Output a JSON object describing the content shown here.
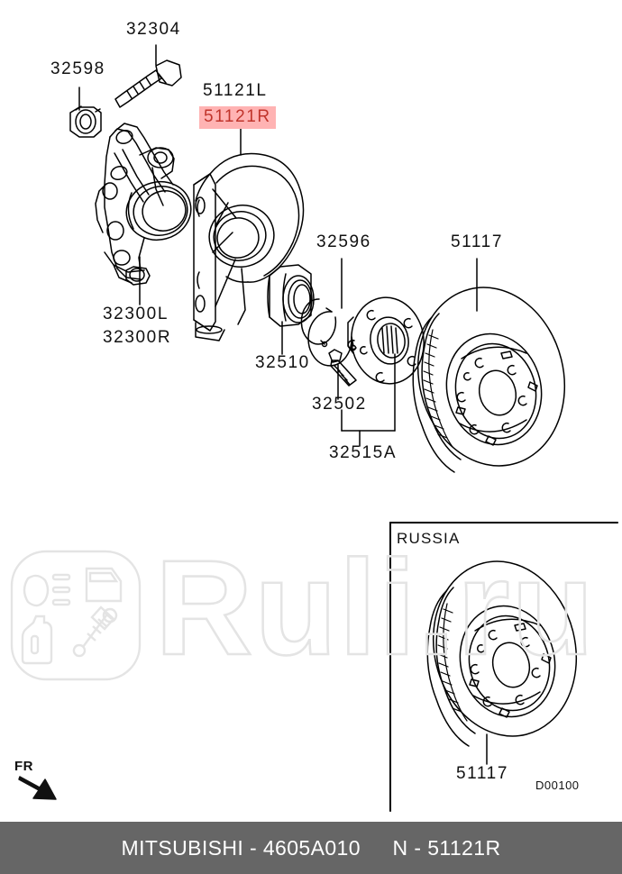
{
  "document": {
    "type": "automotive-parts-exploded-diagram",
    "reference_code": "D00100",
    "orientation_marker": "FR"
  },
  "labels": {
    "nut_32598": "32598",
    "bolt_32304": "32304",
    "shield_left": "51121L",
    "shield_right": "51121R",
    "knuckle_left": "32300L",
    "knuckle_right": "32300R",
    "bearing_32510": "32510",
    "snapring_32596": "32596",
    "stud_32502": "32502",
    "hub_32515A": "32515A",
    "disc_51117": "51117",
    "disc_51117_russia": "51117"
  },
  "inset": {
    "title": "RUSSIA"
  },
  "watermark": {
    "text": "Ruli.ru",
    "icons": [
      "headlight-icon",
      "car-door-icon",
      "oil-bottle-icon",
      "shock-absorber-icon"
    ],
    "color": "#e6e6e6"
  },
  "footer": {
    "brand": "MITSUBISHI",
    "dash1": "-",
    "diagram_number": "4605A010",
    "prefix": "N",
    "dash2": "-",
    "part_number": "51121R",
    "background": "#666666",
    "text_color": "#ffffff"
  },
  "highlight": {
    "background": "#ffb3b3",
    "text_color": "#c0342b",
    "target": "51121R"
  }
}
